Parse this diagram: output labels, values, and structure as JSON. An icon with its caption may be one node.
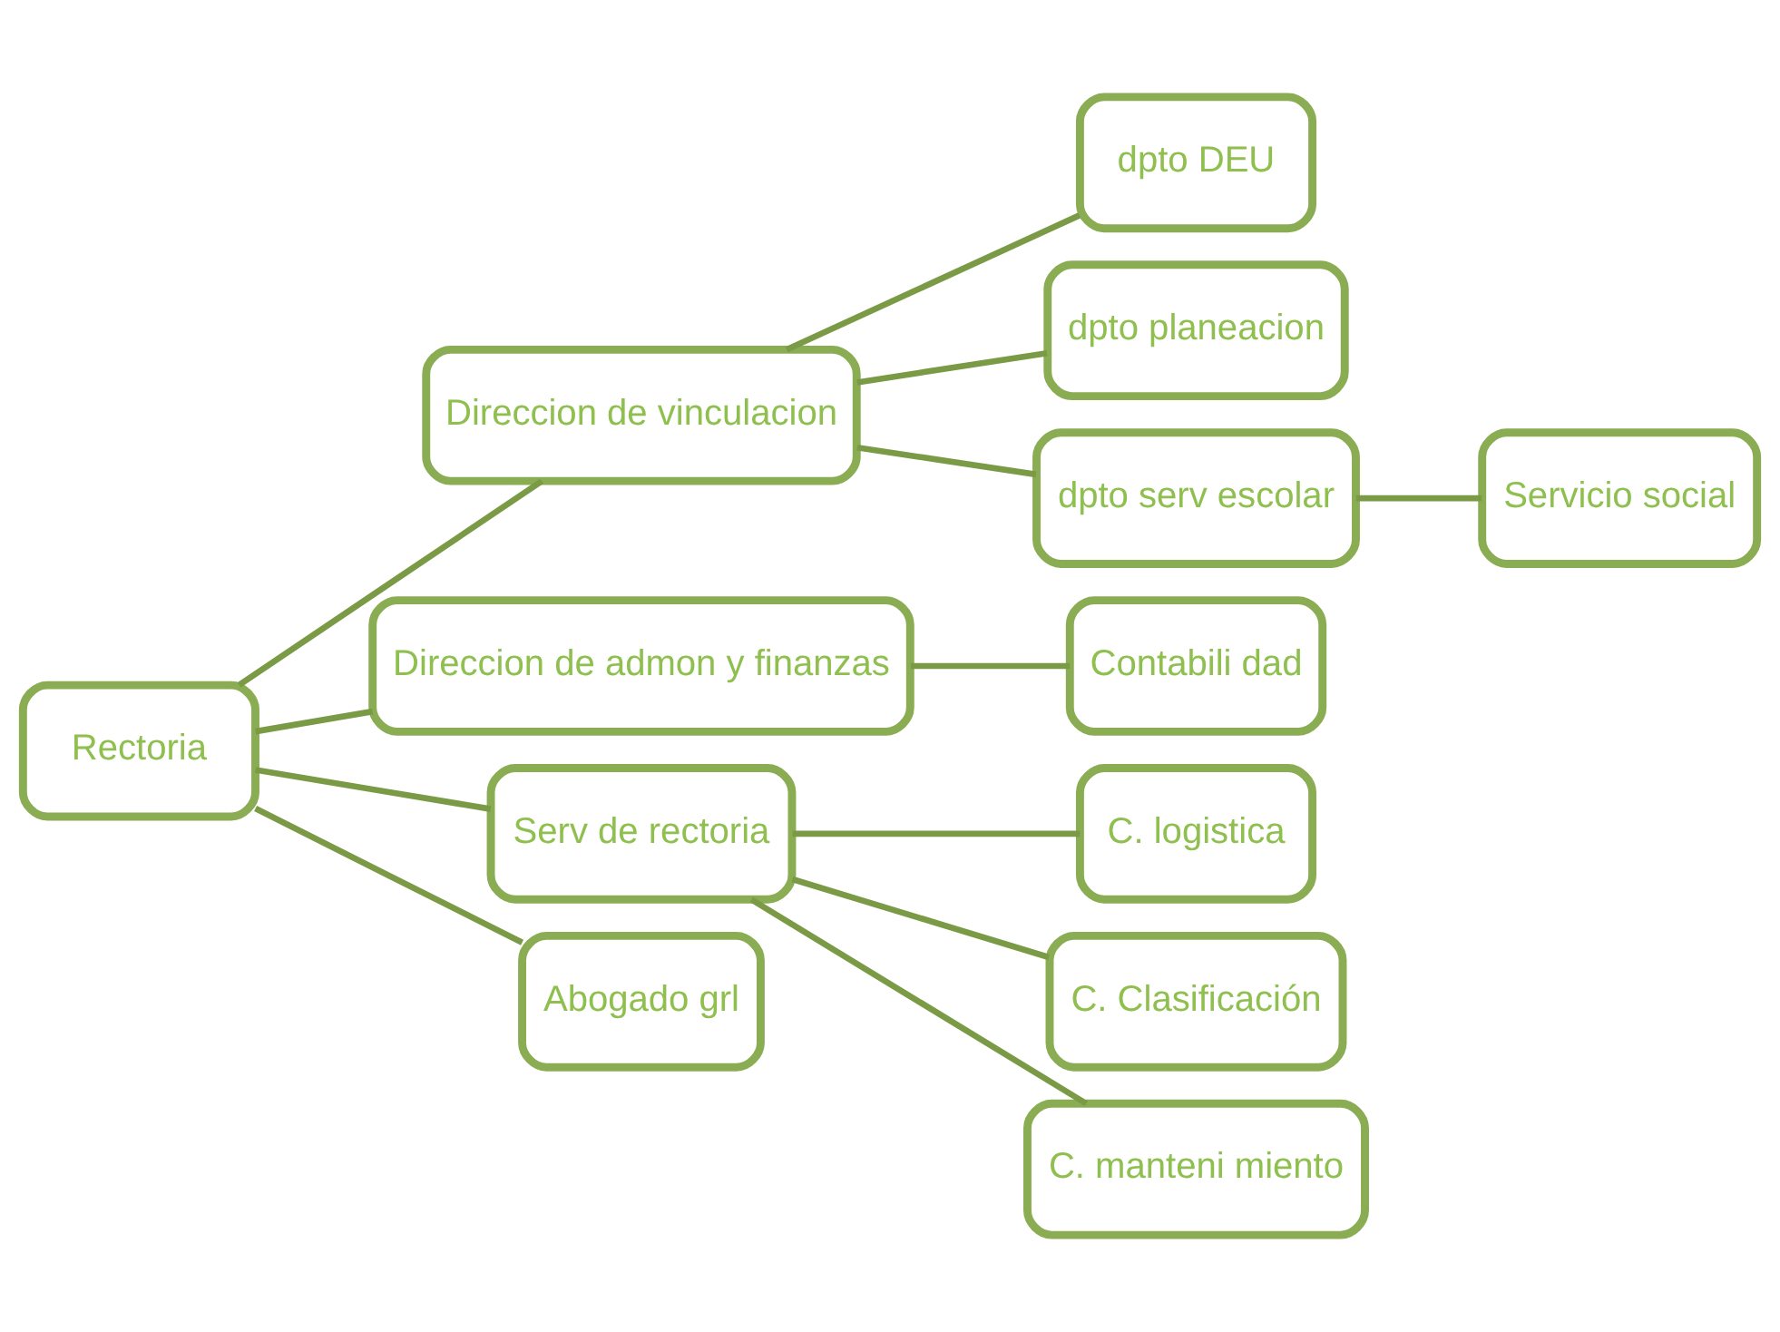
{
  "diagram": {
    "nodes": [
      {
        "text": [
          "Rectoria"
        ]
      },
      {
        "text": [
          "Direccion de vinculacion"
        ]
      },
      {
        "text": [
          "dpto DEU"
        ]
      },
      {
        "text": [
          "dpto planeacion"
        ]
      },
      {
        "text": [
          "dpto serv escolar"
        ]
      },
      {
        "text": [
          "Servicio social"
        ]
      },
      {
        "text": [
          "Direccion de admon y finanzas"
        ]
      },
      {
        "text": [
          "Contabili dad"
        ]
      },
      {
        "text": [
          "Serv de rectoria"
        ]
      },
      {
        "text": [
          "C. logistica"
        ]
      },
      {
        "text": [
          "C. Clasificación"
        ]
      },
      {
        "text": [
          "C. manteni miento"
        ]
      },
      {
        "text": [
          "Abogado grl"
        ]
      }
    ],
    "edges": [
      {
        "from": 0,
        "to": 1,
        "arrow": "none"
      },
      {
        "from": 1,
        "to": 2,
        "arrow": "none"
      },
      {
        "from": 1,
        "to": 3,
        "arrow": "none"
      },
      {
        "from": 1,
        "to": 4,
        "arrow": "none"
      },
      {
        "from": 4,
        "to": 5,
        "arrow": "none"
      },
      {
        "from": 0,
        "to": 6,
        "arrow": "none"
      },
      {
        "from": 6,
        "to": 7,
        "arrow": "none"
      },
      {
        "from": 0,
        "to": 8,
        "arrow": "none"
      },
      {
        "from": 8,
        "to": 9,
        "arrow": "none"
      },
      {
        "from": 8,
        "to": 10,
        "arrow": "none"
      },
      {
        "from": 8,
        "to": 11,
        "arrow": "none"
      },
      {
        "from": 0,
        "to": 12,
        "arrow": "none"
      }
    ]
  }
}
